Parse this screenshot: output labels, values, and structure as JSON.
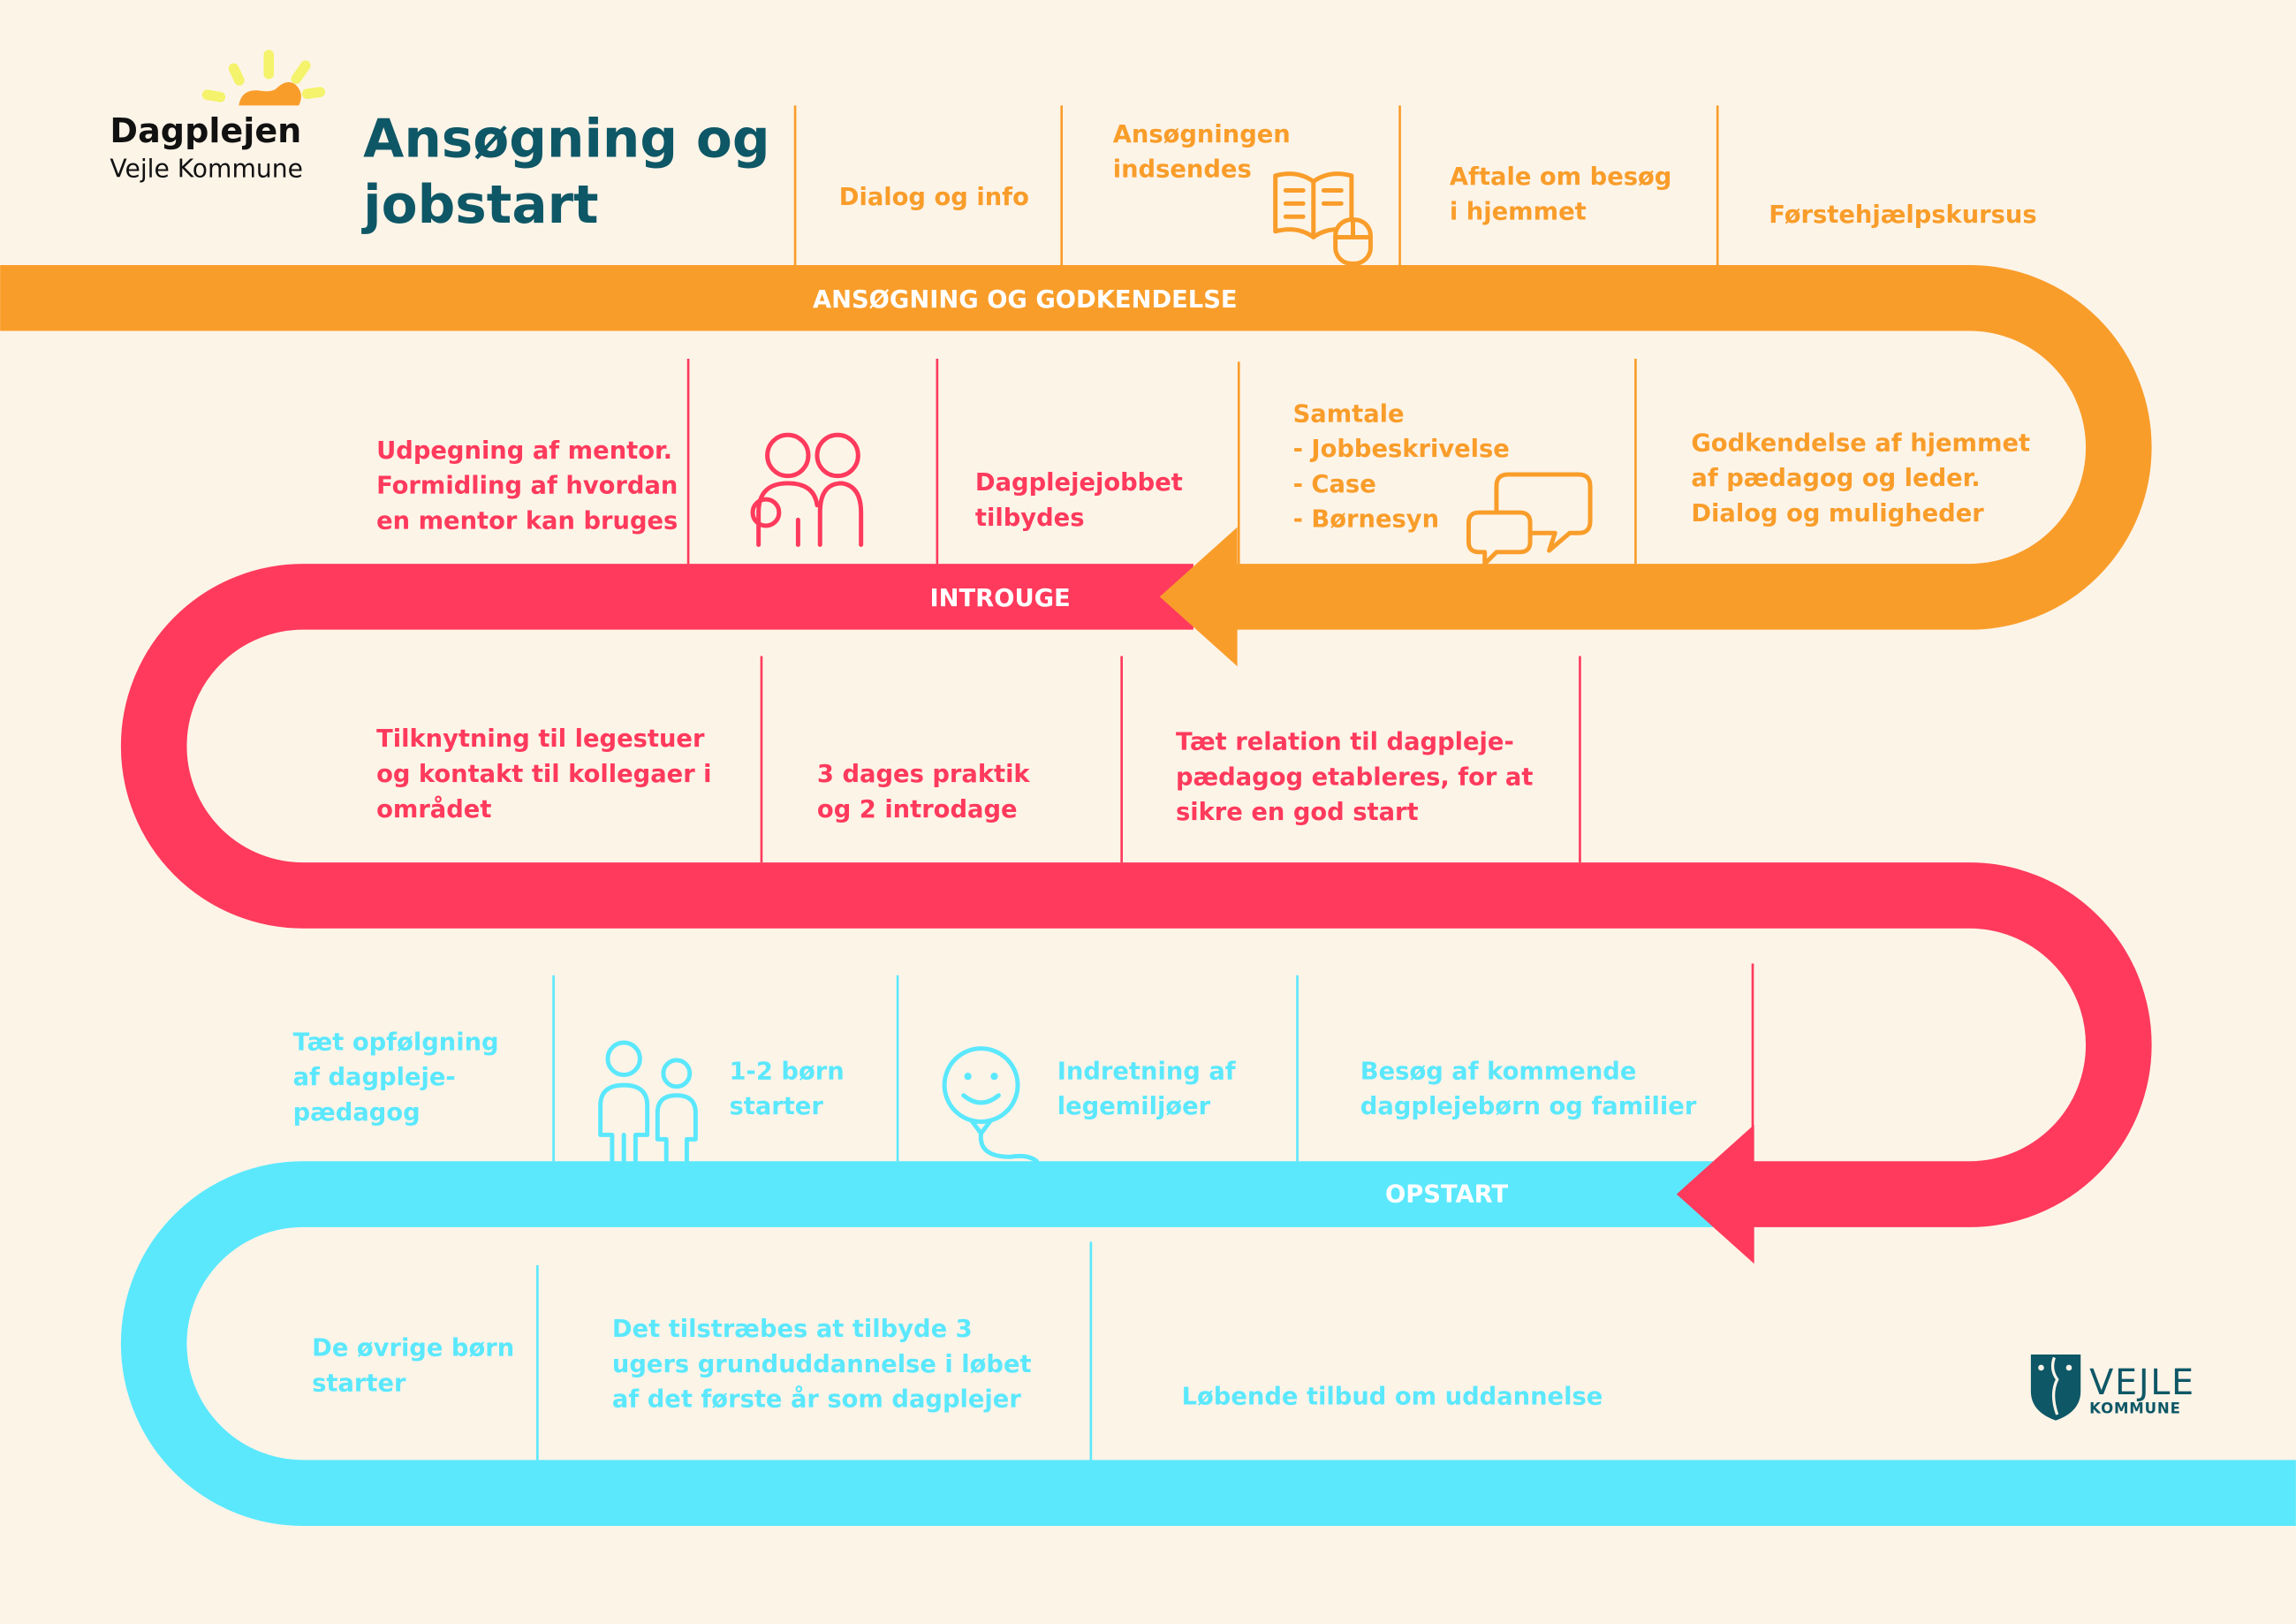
{
  "colors": {
    "background": "#fdf4e8",
    "orange": "#f99d2a",
    "red": "#ff3a5c",
    "cyan": "#5be8fd",
    "teal": "#0e5766"
  },
  "logo": {
    "name": "Dagplejen",
    "subtitle": "Vejle Kommune"
  },
  "title": {
    "line1": "Ansøgning og",
    "line2": "jobstart"
  },
  "bands": {
    "phase1": "ANSØGNING OG GODKENDELSE",
    "phase2": "INTROUGE",
    "phase3": "OPSTART"
  },
  "phase1": {
    "top": [
      {
        "lines": [
          "Dialog og info"
        ]
      },
      {
        "lines": [
          "Ansøgningen",
          "indsendes"
        ],
        "icon": "book-mouse-icon"
      },
      {
        "lines": [
          "Aftale om besøg",
          "i hjemmet"
        ]
      },
      {
        "lines": [
          "Førstehjælpskursus"
        ]
      }
    ],
    "bottom": [
      {
        "lines": [
          "Samtale",
          "- Jobbeskrivelse",
          "- Case",
          "- Børnesyn"
        ],
        "icon": "chat-bubbles-icon"
      },
      {
        "lines": [
          "Godkendelse af hjemmet",
          "af pædagog og leder.",
          "Dialog og muligheder"
        ]
      }
    ]
  },
  "phase2": {
    "top": [
      {
        "lines": [
          "Udpegning af mentor.",
          "Formidling af hvordan",
          "en mentor kan bruges"
        ]
      },
      {
        "icon": "people-icon"
      },
      {
        "lines": [
          "Dagplejejobbet",
          "tilbydes"
        ]
      }
    ],
    "bottom": [
      {
        "lines": [
          "Tilknytning til legestuer",
          "og kontakt til kollegaer i",
          "området"
        ]
      },
      {
        "lines": [
          "3 dages praktik",
          "og 2 introdage"
        ]
      },
      {
        "lines": [
          "Tæt relation til dagpleje-",
          "pædagog etableres, for at",
          "sikre en god start"
        ]
      }
    ]
  },
  "phase3": {
    "top": [
      {
        "lines": [
          "Tæt opfølgning",
          "af dagpleje-",
          "pædagog"
        ]
      },
      {
        "lines": [
          "1-2 børn",
          "starter"
        ],
        "icon": "children-icon"
      },
      {
        "lines": [
          "Indretning af",
          "legemiljøer"
        ],
        "icon": "smiley-balloon-icon"
      },
      {
        "lines": [
          "Besøg af kommende",
          "dagplejebørn og familier"
        ]
      }
    ],
    "bottom": [
      {
        "lines": [
          "De øvrige børn",
          "starter"
        ]
      },
      {
        "lines": [
          "Det tilstræbes at tilbyde 3",
          "ugers grunduddannelse i løbet",
          "af det første år som dagplejer"
        ]
      },
      {
        "lines": [
          "Løbende tilbud om uddannelse"
        ]
      }
    ]
  },
  "footer_logo": {
    "name": "VEJLE",
    "subtitle": "KOMMUNE"
  }
}
